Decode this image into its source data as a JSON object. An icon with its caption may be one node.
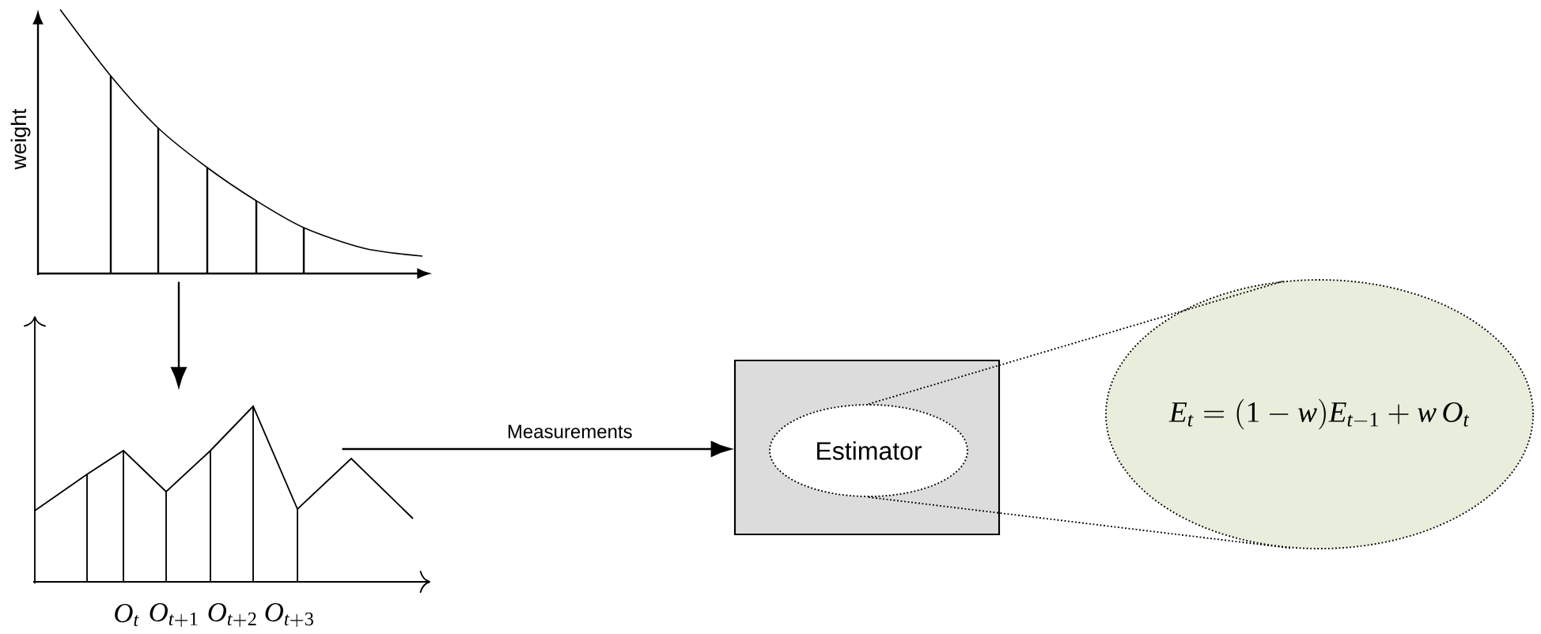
{
  "diagram": {
    "nodes": [
      {
        "text": [],
        "shape": "picture",
        "beside": [
          "weight"
        ]
      },
      {
        "text": [],
        "shape": "picture",
        "beside": [
          "O_t",
          "O_{t+1}",
          "O_{t+2}",
          "O_{t+3}"
        ]
      },
      {
        "text": [],
        "shape": "box"
      },
      {
        "text": [
          "Estimator"
        ],
        "in": 2
      },
      {
        "text": [
          "E_t = (1-w)E_{t-1} + w\\,O_t"
        ]
      }
    ],
    "edges": [
      {
        "from": 0,
        "to": 1,
        "arrow": "to"
      },
      {
        "from": 1,
        "to": 2,
        "arrow": "to",
        "label": "Measurements"
      },
      {
        "from": 3,
        "to": 4,
        "arrow": "none",
        "style": "dashed"
      },
      {
        "from": 3,
        "to": 4,
        "arrow": "none",
        "style": "dashed"
      }
    ]
  }
}
